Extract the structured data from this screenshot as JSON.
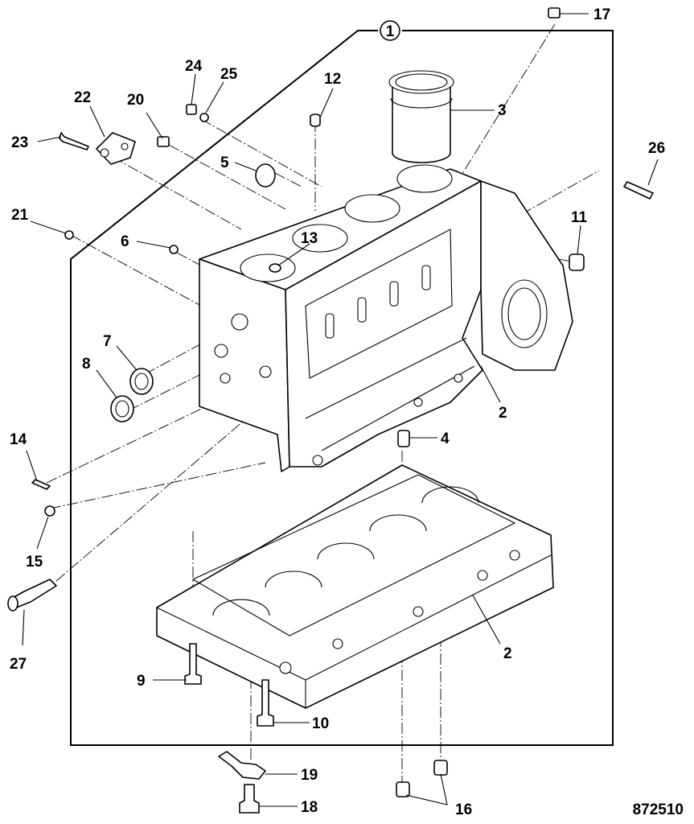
{
  "assembly_ref": "1",
  "figure_number": "872510",
  "callouts": [
    {
      "id": "c17",
      "text": "17"
    },
    {
      "id": "c24",
      "text": "24"
    },
    {
      "id": "c25",
      "text": "25"
    },
    {
      "id": "c12",
      "text": "12"
    },
    {
      "id": "c22",
      "text": "22"
    },
    {
      "id": "c20",
      "text": "20"
    },
    {
      "id": "c3",
      "text": "3"
    },
    {
      "id": "c23",
      "text": "23"
    },
    {
      "id": "c26",
      "text": "26"
    },
    {
      "id": "c5",
      "text": "5"
    },
    {
      "id": "c21",
      "text": "21"
    },
    {
      "id": "c11",
      "text": "11"
    },
    {
      "id": "c6",
      "text": "6"
    },
    {
      "id": "c13",
      "text": "13"
    },
    {
      "id": "c7",
      "text": "7"
    },
    {
      "id": "c8",
      "text": "8"
    },
    {
      "id": "c2a",
      "text": "2"
    },
    {
      "id": "c4",
      "text": "4"
    },
    {
      "id": "c14",
      "text": "14"
    },
    {
      "id": "c15",
      "text": "15"
    },
    {
      "id": "c27",
      "text": "27"
    },
    {
      "id": "c2b",
      "text": "2"
    },
    {
      "id": "c9",
      "text": "9"
    },
    {
      "id": "c10",
      "text": "10"
    },
    {
      "id": "c19",
      "text": "19"
    },
    {
      "id": "c18",
      "text": "18"
    },
    {
      "id": "c16",
      "text": "16"
    }
  ]
}
